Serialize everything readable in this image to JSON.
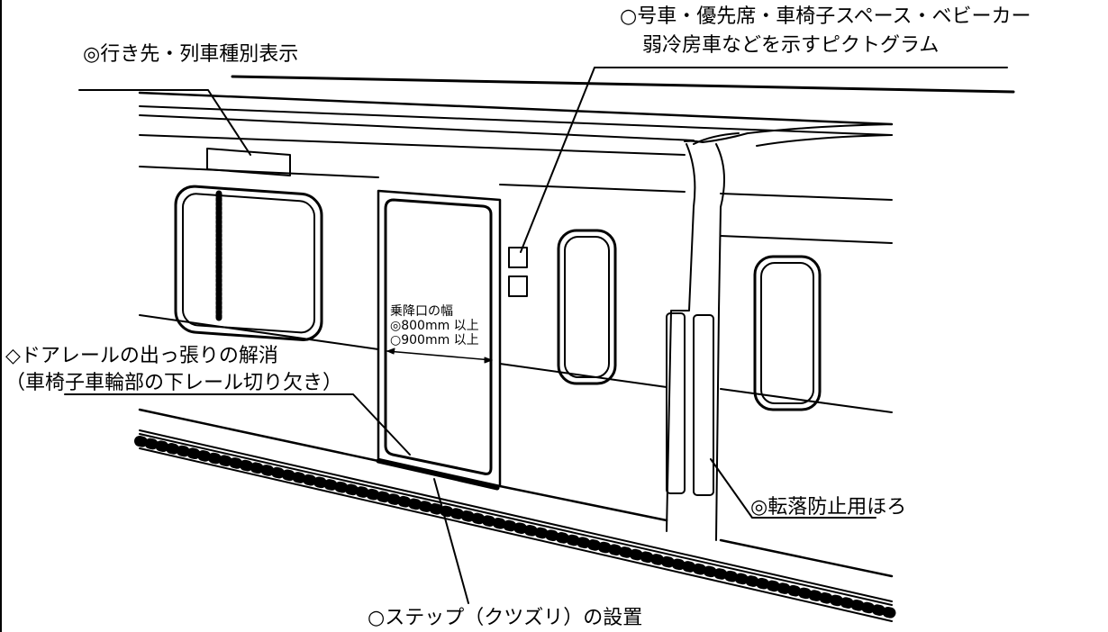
{
  "labels": {
    "destination": "◎行き先・列車種別表示",
    "pictogram_line1": "○号車・優先席・車椅子スペース・ベビーカー",
    "pictogram_line2": "弱冷房車などを示すピクトグラム",
    "door_rail_line1": "◇ドアレールの出っ張りの解消",
    "door_rail_line2": "（車椅子車輪部の下レール切り欠き）",
    "anti_fall": "◎転落防止用ほろ",
    "step": "○ステップ（クツズリ）の設置"
  },
  "door_width_note": {
    "title": "乗降口の幅",
    "line1": "◎800mm 以上",
    "line2": "○900mm 以上"
  },
  "colors": {
    "stroke": "#000000",
    "background": "#ffffff"
  }
}
